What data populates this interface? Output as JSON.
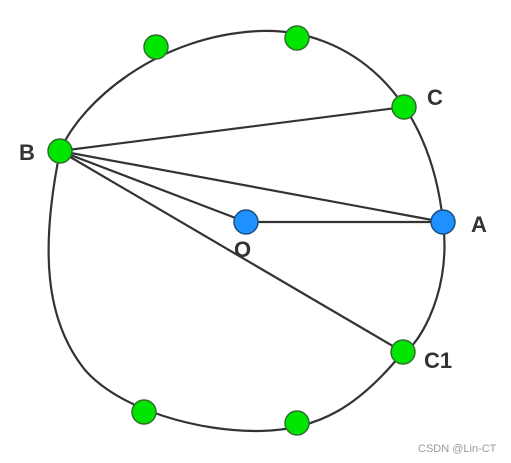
{
  "diagram": {
    "labels": {
      "b": "B",
      "c": "C",
      "a": "A",
      "o": "O",
      "c1": "C1"
    },
    "colors": {
      "stroke": "#333333",
      "green_point": "#00e600",
      "blue_point": "#1e90ff",
      "label": "#333333"
    }
  },
  "watermark": "CSDN @Lin-CT"
}
